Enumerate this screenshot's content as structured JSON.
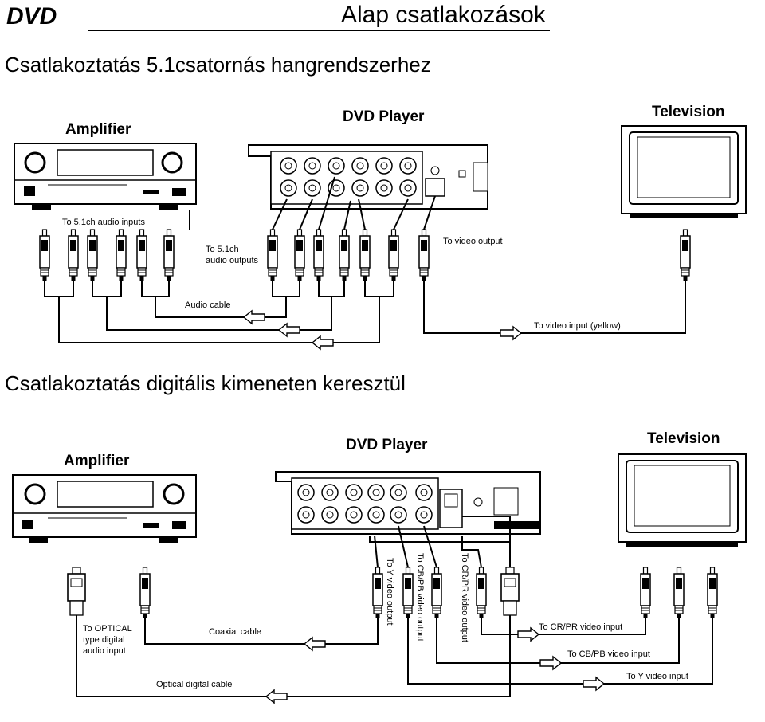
{
  "header": {
    "logo_text": "DVD",
    "title": "Alap csatlakozások"
  },
  "section1": {
    "title": "Csatlakoztatás  5.1csatornás hangrendszerhez",
    "amplifier_label": "Amplifier",
    "dvd_label": "DVD Player",
    "tv_label": "Television",
    "to_audio_inputs": "To 5.1ch audio inputs",
    "to_audio_outputs_line1": "To 5.1ch",
    "to_audio_outputs_line2": "audio outputs",
    "to_video_output": "To video output",
    "audio_cable": "Audio cable",
    "to_video_input": "To video input (yellow)"
  },
  "section2": {
    "title": "Csatlakoztatás digitális kimeneten keresztül",
    "amplifier_label": "Amplifier",
    "dvd_label": "DVD Player",
    "tv_label": "Television",
    "optical_line1": "To OPTICAL",
    "optical_line2": "type digital",
    "optical_line3": "audio input",
    "coaxial_cable": "Coaxial cable",
    "optical_cable": "Optical digital cable",
    "y_video_output": "To Y video output",
    "cb_video_output": "To CB/PB video output",
    "cr_video_output": "To CR/PR video output",
    "cr_video_input": "To CR/PR video input",
    "cb_video_input": "To CB/PB video input",
    "y_video_input": "To Y video input"
  }
}
